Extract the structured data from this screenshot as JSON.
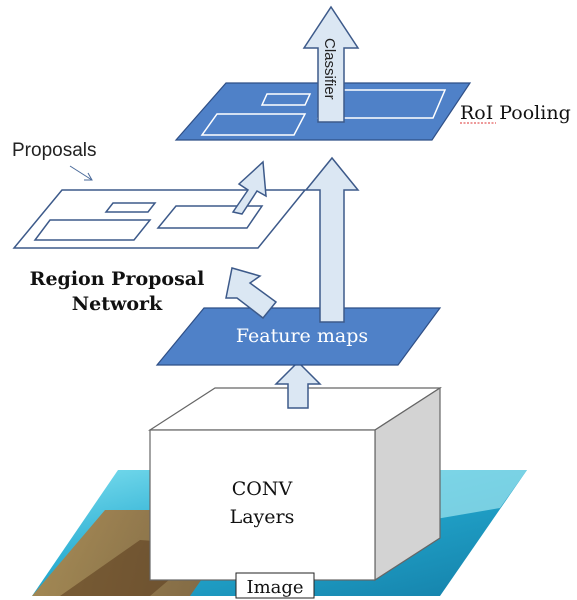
{
  "labels": {
    "classifier": "Classifier",
    "roi_pooling": "RoI Pooling",
    "proposals": "Proposals",
    "rpn_line1": "Region Proposal",
    "rpn_line2": "Network",
    "feature_maps": "Feature maps",
    "conv_line1": "CONV",
    "conv_line2": "Layers",
    "image": "Image"
  },
  "colors": {
    "plane_blue": "#4f81c8",
    "plane_edge": "#2f4f86",
    "arrow_fill": "#dbe7f3",
    "arrow_edge": "#3d5a8a",
    "box_side": "#d3d3d3",
    "sea": "#2fb3d6",
    "sand": "#c9b47a"
  }
}
